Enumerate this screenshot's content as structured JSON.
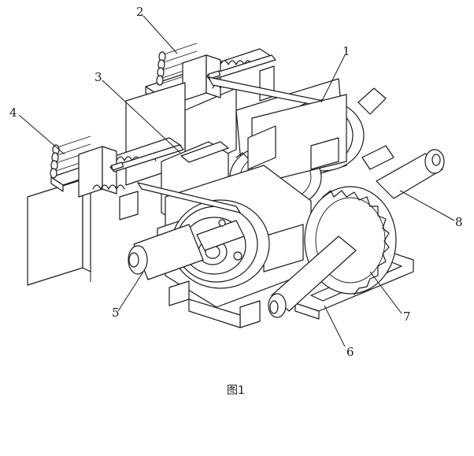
{
  "figure": {
    "caption": "图1",
    "labels": [
      {
        "id": "1",
        "text": "1"
      },
      {
        "id": "2",
        "text": "2"
      },
      {
        "id": "3",
        "text": "3"
      },
      {
        "id": "4",
        "text": "4"
      },
      {
        "id": "5",
        "text": "5"
      },
      {
        "id": "6",
        "text": "6"
      },
      {
        "id": "7",
        "text": "7"
      },
      {
        "id": "8",
        "text": "8"
      }
    ]
  }
}
